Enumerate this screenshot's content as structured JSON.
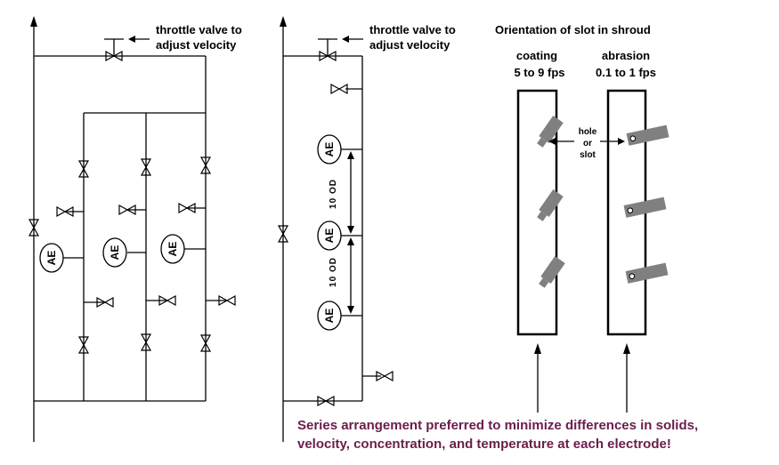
{
  "labels": {
    "throttle_left_1": "throttle valve to",
    "throttle_left_2": "adjust velocity",
    "throttle_mid_1": "throttle valve to",
    "throttle_mid_2": "adjust velocity",
    "orientation_title": "Orientation of slot in shroud",
    "coating_title": "coating",
    "coating_speed": "5 to 9 fps",
    "abrasion_title": "abrasion",
    "abrasion_speed": "0.1 to 1 fps",
    "hole_1": "hole",
    "hole_2": "or",
    "hole_3": "slot",
    "electrode": "AE",
    "spacing": "10 OD"
  },
  "footer": {
    "line1": "Series arrangement preferred to minimize differences in solids,",
    "line2": "velocity, concentration, and temperature at each electrode!"
  },
  "colors": {
    "line": "#000000",
    "probe": "#808080",
    "footer_text": "#6b1d4a"
  }
}
